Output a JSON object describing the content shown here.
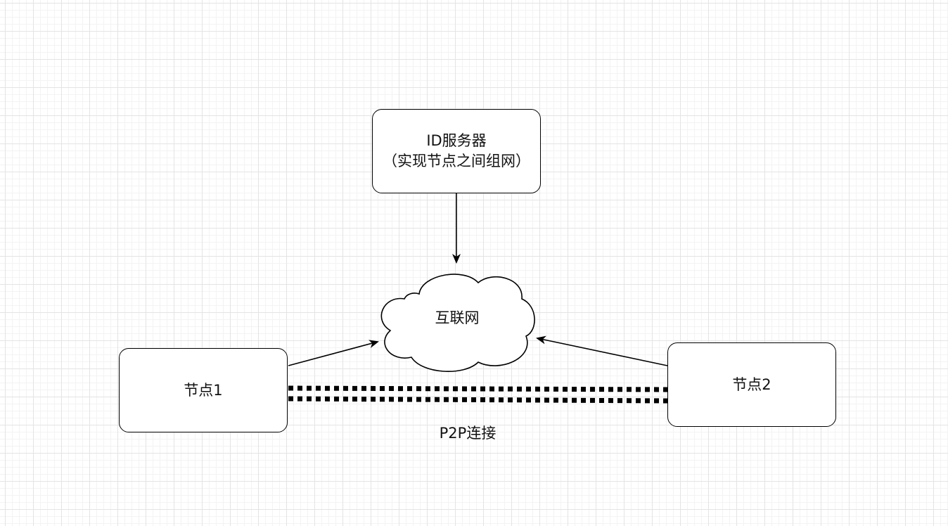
{
  "id_server": {
    "line1": "ID服务器",
    "line2": "（实现节点之间组网）"
  },
  "internet": {
    "label": "互联网"
  },
  "node_1": {
    "label": "节点1"
  },
  "node_2": {
    "label": "节点2"
  },
  "p2p_link": {
    "label": "P2P连接"
  },
  "colors": {
    "stroke": "#000000",
    "grid_major": "#e4e4e4",
    "grid_minor": "#f3f3f3",
    "background": "#ffffff"
  }
}
